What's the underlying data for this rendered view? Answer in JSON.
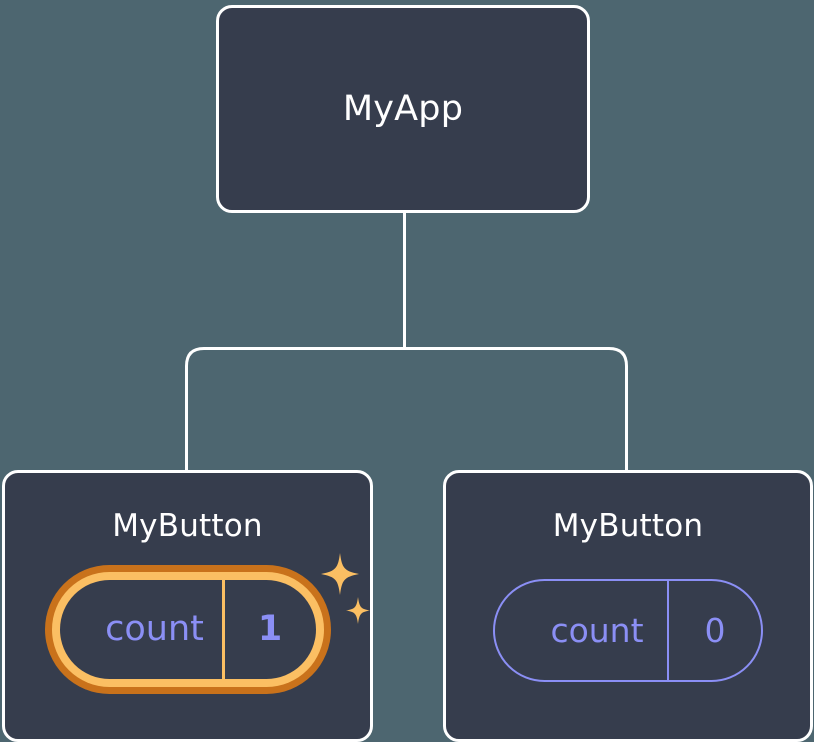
{
  "diagram": {
    "type": "component-tree",
    "background_color": "#4d6670",
    "node_fill": "#363d4d",
    "node_border": "#ffffff",
    "accent_highlight": "#fbbf63",
    "accent_highlight_outer": "#c9721b",
    "accent_state": "#8b8ff5",
    "title_color": "#ffffff"
  },
  "root": {
    "title": "MyApp"
  },
  "children": [
    {
      "title": "MyButton",
      "state": {
        "key": "count",
        "value": "1"
      },
      "highlighted": true,
      "sparkles": [
        "sparkle-large",
        "sparkle-small"
      ]
    },
    {
      "title": "MyButton",
      "state": {
        "key": "count",
        "value": "0"
      },
      "highlighted": false
    }
  ],
  "connectors": {
    "name": "tree-connector",
    "color": "#ffffff",
    "stroke_width": 3
  }
}
